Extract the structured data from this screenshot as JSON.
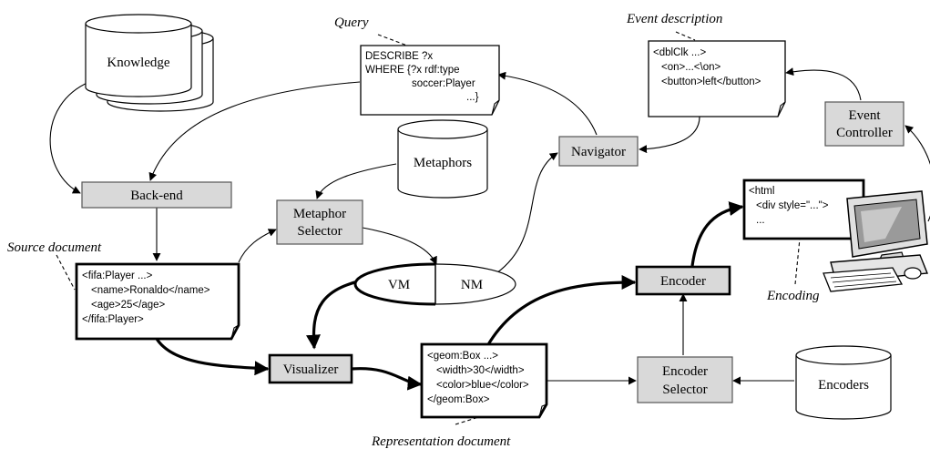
{
  "components": {
    "backend": "Back-end",
    "metaphor_selector": [
      "Metaphor",
      "Selector"
    ],
    "navigator": "Navigator",
    "event_controller": [
      "Event",
      "Controller"
    ],
    "visualizer": "Visualizer",
    "encoder": "Encoder",
    "encoder_selector": [
      "Encoder",
      "Selector"
    ]
  },
  "stores": {
    "knowledge": "Knowledge",
    "metaphors": "Metaphors",
    "encoders": "Encoders"
  },
  "modes": {
    "vm": "VM",
    "nm": "NM"
  },
  "captions": {
    "query": "Query",
    "event_description": "Event description",
    "source_document": "Source document",
    "encoding": "Encoding",
    "representation_document": "Representation document"
  },
  "documents": {
    "query": [
      "DESCRIBE ?x",
      "WHERE {?x rdf:type",
      "soccer:Player",
      "...}"
    ],
    "event": [
      "<dblClk ...>",
      "<on>...<\\on>",
      "<button>left</button>"
    ],
    "source": [
      "<fifa:Player ...>",
      "<name>Ronaldo</name>",
      "<age>25</age>",
      "</fifa:Player>"
    ],
    "html": [
      "<html",
      "<div style=\"...\">",
      "..."
    ],
    "representation": [
      "<geom:Box ...>",
      "<width>30</width>",
      "<color>blue</color>",
      "</geom:Box>"
    ]
  },
  "icons": {
    "computer": "computer-icon"
  }
}
